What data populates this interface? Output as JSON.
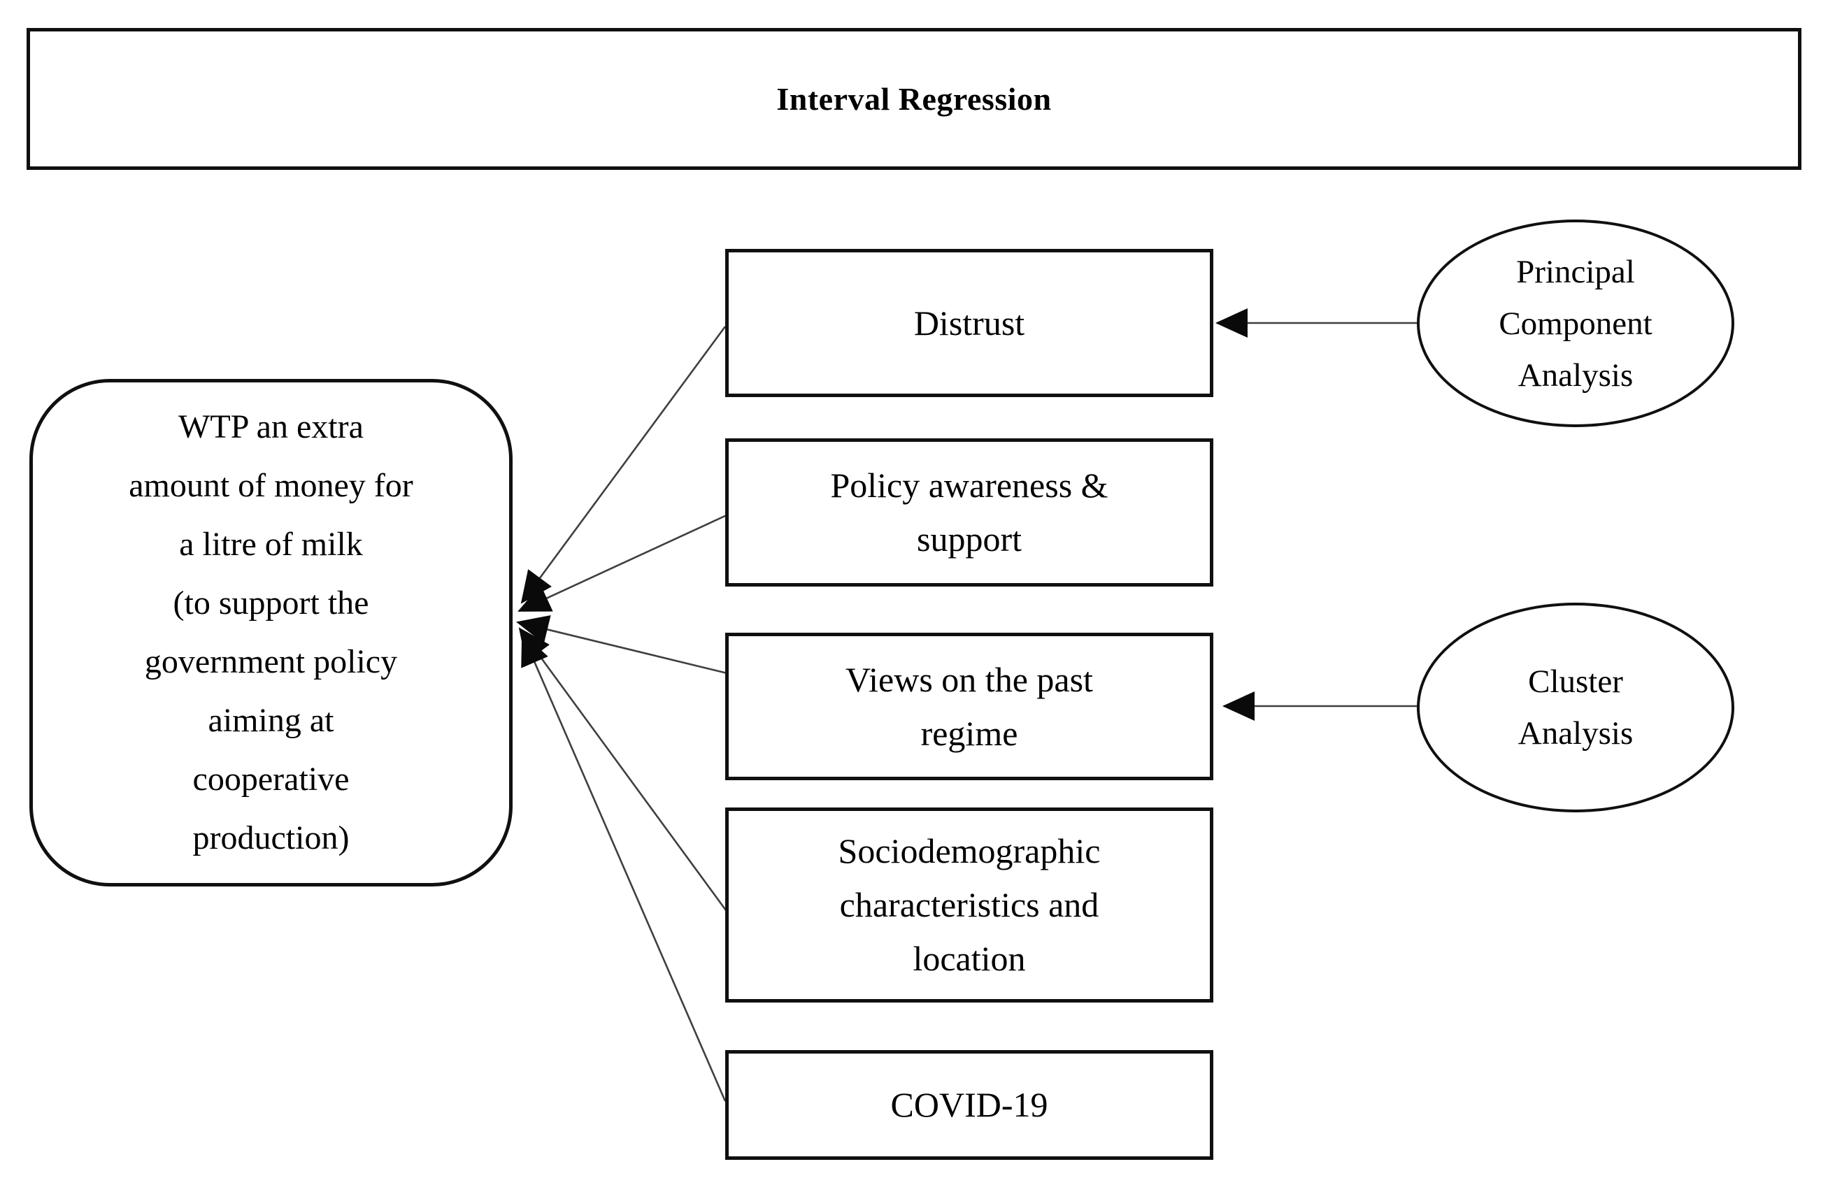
{
  "diagram": {
    "title": "Interval Regression",
    "outcome": {
      "id": "wtp",
      "label": "WTP an extra\namount of money for\na litre of milk\n(to support the\ngovernment policy\naiming at\ncooperative\nproduction)"
    },
    "predictors": [
      {
        "id": "distrust",
        "label": "Distrust"
      },
      {
        "id": "policy-awareness",
        "label": "Policy awareness &\nsupport"
      },
      {
        "id": "views-past-regime",
        "label": "Views on the past\nregime"
      },
      {
        "id": "sociodemographic",
        "label": "Sociodemographic\ncharacteristics and\nlocation"
      },
      {
        "id": "covid-19",
        "label": "COVID-19"
      }
    ],
    "methods": [
      {
        "id": "pca",
        "label": "Principal\nComponent\nAnalysis",
        "points_to": "distrust"
      },
      {
        "id": "cluster-analysis",
        "label": "Cluster\nAnalysis",
        "points_to": "views-past-regime"
      }
    ],
    "relations": [
      {
        "from": "distrust",
        "to": "wtp"
      },
      {
        "from": "policy-awareness",
        "to": "wtp"
      },
      {
        "from": "views-past-regime",
        "to": "wtp"
      },
      {
        "from": "sociodemographic",
        "to": "wtp"
      },
      {
        "from": "covid-19",
        "to": "wtp"
      }
    ],
    "colors": {
      "background": "#ffffff",
      "shape_stroke": "#101010",
      "connector_stroke": "#3f3f3f",
      "arrowhead_fill": "#0a0a0a",
      "text": "#000000"
    }
  }
}
